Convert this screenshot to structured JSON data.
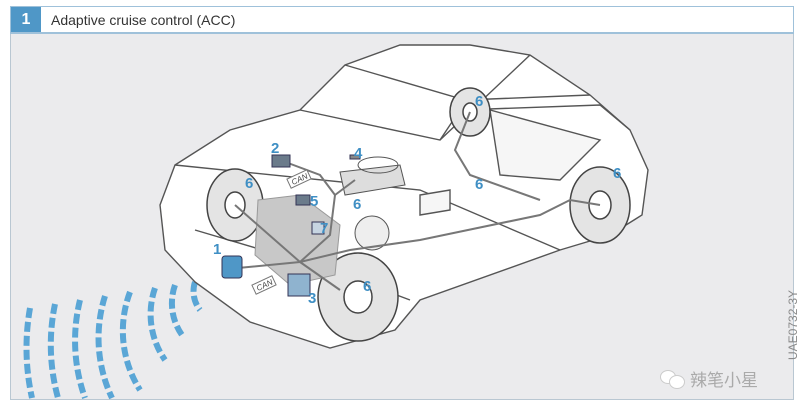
{
  "header": {
    "number": "1",
    "title": "Adaptive cruise control (ACC)"
  },
  "labels": {
    "l1": "1",
    "l2": "2",
    "l3": "3",
    "l4": "4",
    "l5": "5",
    "l6": "6",
    "l7": "7"
  },
  "can_label": "CAN",
  "figure_code": "UAE0732-3Y",
  "watermark": "辣笔小星",
  "colors": {
    "accent": "#4f97c7",
    "label": "#3f8fc4",
    "radar": "#5aa6d6",
    "background": "#ebebed"
  }
}
